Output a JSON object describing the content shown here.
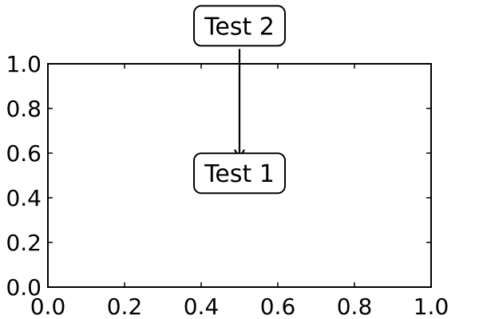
{
  "chart_data": {
    "type": "scatter",
    "title": "",
    "xlabel": "",
    "ylabel": "",
    "xlim": [
      0.0,
      1.0
    ],
    "ylim": [
      0.0,
      1.0
    ],
    "grid": false,
    "x_ticks": [
      "0.0",
      "0.2",
      "0.4",
      "0.6",
      "0.8",
      "1.0"
    ],
    "y_ticks": [
      "0.0",
      "0.2",
      "0.4",
      "0.6",
      "0.8",
      "1.0"
    ],
    "series": [],
    "annotations": [
      {
        "text": "Test 1",
        "x": 0.5,
        "y": 0.51,
        "boxed": true
      },
      {
        "text": "Test 2",
        "x": 0.5,
        "y": 1.17,
        "boxed": true,
        "arrow_to": [
          0.5,
          0.58
        ]
      }
    ],
    "colors": {
      "frame": "#000000",
      "background": "#ffffff"
    }
  }
}
